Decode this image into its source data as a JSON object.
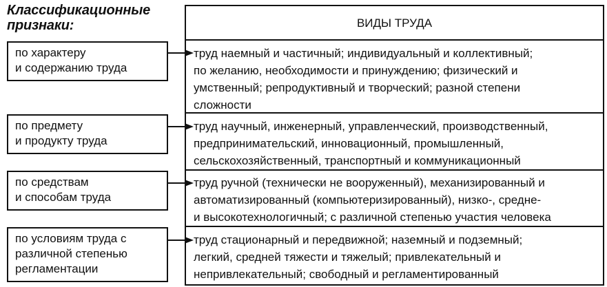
{
  "title": {
    "line1": "Классификационные",
    "line2": "признаки:"
  },
  "header": "ВИДЫ ТРУДА",
  "rows": [
    {
      "label": [
        "по характеру",
        "и содержанию труда"
      ],
      "types": [
        "труд наемный и частичный; индивидуальный и коллективный;",
        "по желанию, необходимости и принуждению; физический и",
        "умственный; репродуктивный и творческий; разной степени",
        "сложности"
      ]
    },
    {
      "label": [
        "по предмету",
        "и продукту труда"
      ],
      "types": [
        "труд научный, инженерный, управленческий, производственный,",
        "предпринимательский, инновационный, промышленный,",
        "сельскохозяйственный, транспортный и коммуникационный"
      ]
    },
    {
      "label": [
        "по средствам",
        "и способам труда"
      ],
      "types": [
        "труд ручной (технически не вооруженный), механизированный и",
        "автоматизированный (компьютеризированный), низко-, средне-",
        "и высокотехнологичный; с различной степенью участия человека"
      ]
    },
    {
      "label": [
        "по условиям труда с",
        "различной степенью",
        "регламентации"
      ],
      "types": [
        "труд стационарный и передвижной; наземный и подземный;",
        "легкий, средней тяжести и тяжелый; привлекательный и",
        "непривлекательный; свободный и регламентированный"
      ]
    }
  ]
}
